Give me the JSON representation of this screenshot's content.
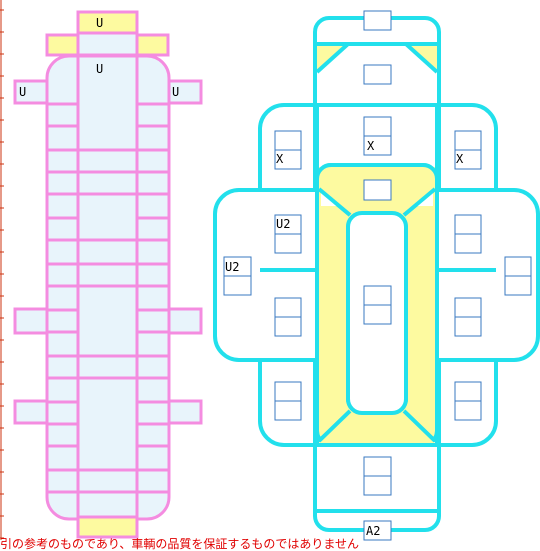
{
  "colors": {
    "pink": "#f48ce0",
    "cyan": "#22e0ec",
    "yellow": "#fdfaa0",
    "light_blue": "#e8f4fb",
    "box_blue": "#3a78c2",
    "ruler_red": "#cc3311",
    "note_red": "#e00000"
  },
  "left_diagram": {
    "labels": {
      "top_u": "U",
      "upper_u": "U",
      "left_u": "U",
      "right_u": "U"
    }
  },
  "right_diagram": {
    "labels": {
      "x_left": "X",
      "x_center": "X",
      "x_right": "X",
      "u2_inner": "U2",
      "u2_outer": "U2",
      "a2_bottom": "A2"
    }
  },
  "footnote": "引の参考のものであり、車輌の品質を保証するものではありません"
}
